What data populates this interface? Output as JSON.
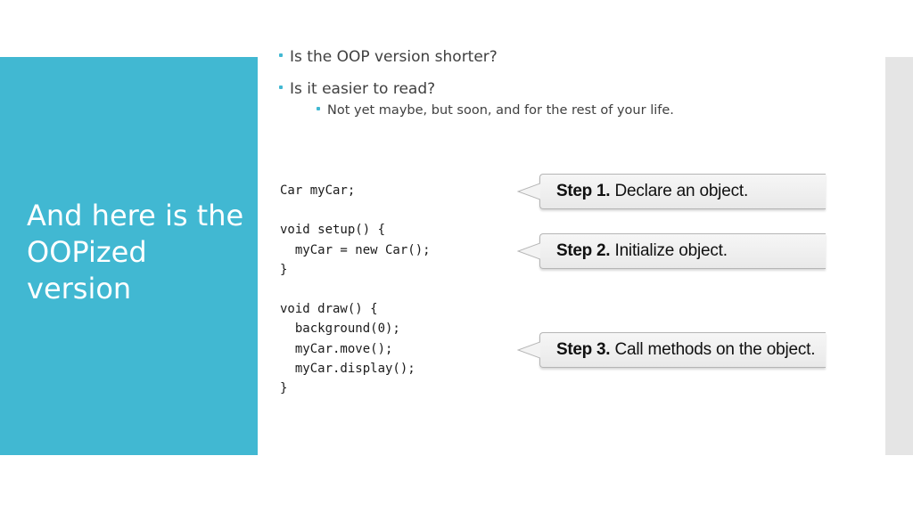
{
  "slide": {
    "title_lines": [
      "And here is the",
      "OOPized",
      "version"
    ],
    "bullets": [
      "Is the OOP version shorter?",
      "Is it easier to read?",
      "Not yet maybe, but soon, and for the rest of your life."
    ]
  },
  "figure": {
    "code_lines": [
      "Car myCar;",
      "",
      "void setup() {",
      "  myCar = new Car();",
      "}",
      "",
      "void draw() {",
      "  background(0);",
      "  myCar.move();",
      "  myCar.display();",
      "}"
    ],
    "callouts": [
      {
        "label": "Step 1.",
        "text": "Declare an object."
      },
      {
        "label": "Step 2.",
        "text": "Initialize object."
      },
      {
        "label": "Step 3.",
        "text": "Call methods on the object."
      }
    ]
  },
  "colors": {
    "accent_panel": "#41b8d2",
    "right_strip": "#e5e5e5",
    "bullet_marker": "#41b8d2",
    "body_text": "#404040",
    "callout_border": "#b5b5b5"
  }
}
